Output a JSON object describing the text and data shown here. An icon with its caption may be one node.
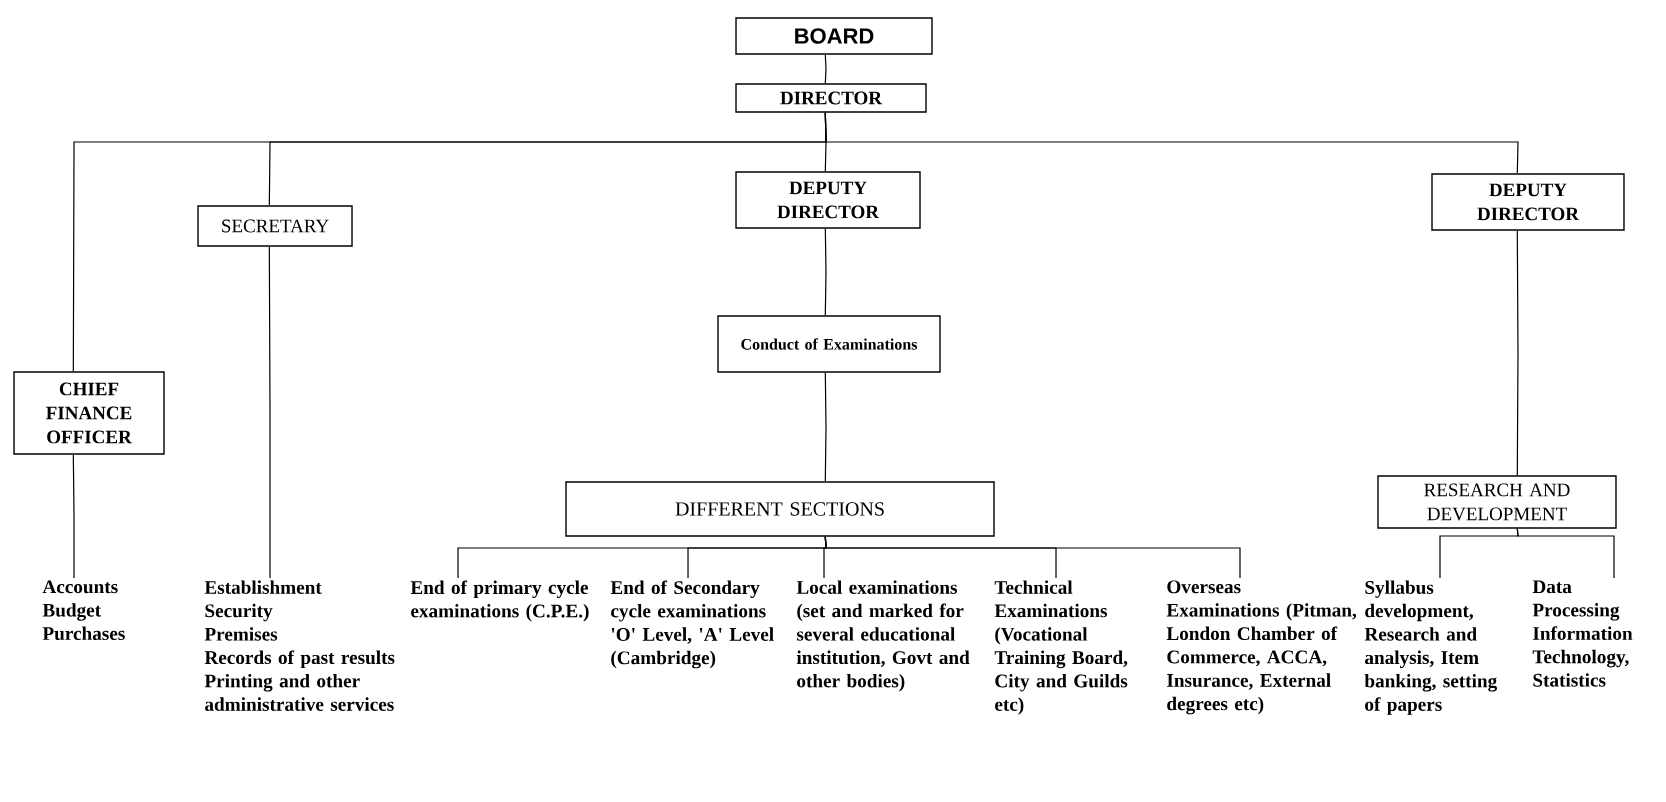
{
  "diagram": {
    "nodes": [
      {
        "text": [
          "BOARD"
        ]
      },
      {
        "text": [
          "DIRECTOR"
        ]
      },
      {
        "text": [
          "DEPUTY DIRECTOR"
        ]
      },
      {
        "text": [
          "DEPUTY DIRECTOR"
        ]
      },
      {
        "text": [
          "SECRETARY"
        ]
      },
      {
        "text": [
          "CHIEF FINANCE OFFICER"
        ]
      },
      {
        "text": [
          "Conduct of Examinations"
        ]
      },
      {
        "text": [
          "DIFFERENT SECTIONS"
        ]
      },
      {
        "text": [
          "RESEARCH AND DEVELOPMENT"
        ]
      },
      {
        "text": [
          "Accounts",
          "Budget",
          "Purchases"
        ]
      },
      {
        "text": [
          "Establishment",
          "Security",
          "Premises",
          "Records of past results",
          "Printing and other administrative services"
        ]
      },
      {
        "text": [
          "End of primary cycle examinations (C.P.E.)"
        ]
      },
      {
        "text": [
          "End of Secondary cycle examinations 'O' Level, 'A' Level (Cambridge)"
        ]
      },
      {
        "text": [
          "Local examinations (set and marked for several educational institution, Govt and other bodies)"
        ]
      },
      {
        "text": [
          "Technical Examinations (Vocational Training Board, City and Guilds etc)"
        ]
      },
      {
        "text": [
          "Overseas Examinations (Pitman, London Chamber of Commerce, ACCA, Insurance, External degrees etc)"
        ]
      },
      {
        "text": [
          "Syllabus development, Research and analysis, Item banking, setting of papers"
        ]
      },
      {
        "text": [
          "Data Processing Information Technology, Statistics"
        ]
      }
    ],
    "edges": [
      {
        "from": 0,
        "to": 1,
        "arrow": "none"
      },
      {
        "from": 1,
        "to": 5,
        "arrow": "none"
      },
      {
        "from": 1,
        "to": 4,
        "arrow": "none"
      },
      {
        "from": 1,
        "to": 2,
        "arrow": "none"
      },
      {
        "from": 1,
        "to": 3,
        "arrow": "none"
      },
      {
        "from": 2,
        "to": 6,
        "arrow": "none"
      },
      {
        "from": 6,
        "to": 7,
        "arrow": "none"
      },
      {
        "from": 3,
        "to": 8,
        "arrow": "none"
      },
      {
        "from": 5,
        "to": 9,
        "arrow": "none"
      },
      {
        "from": 4,
        "to": 10,
        "arrow": "none"
      },
      {
        "from": 7,
        "to": 11,
        "arrow": "none"
      },
      {
        "from": 7,
        "to": 12,
        "arrow": "none"
      },
      {
        "from": 7,
        "to": 13,
        "arrow": "none"
      },
      {
        "from": 7,
        "to": 14,
        "arrow": "none"
      },
      {
        "from": 7,
        "to": 15,
        "arrow": "none"
      },
      {
        "from": 8,
        "to": 16,
        "arrow": "none"
      },
      {
        "from": 8,
        "to": 17,
        "arrow": "none"
      }
    ]
  }
}
